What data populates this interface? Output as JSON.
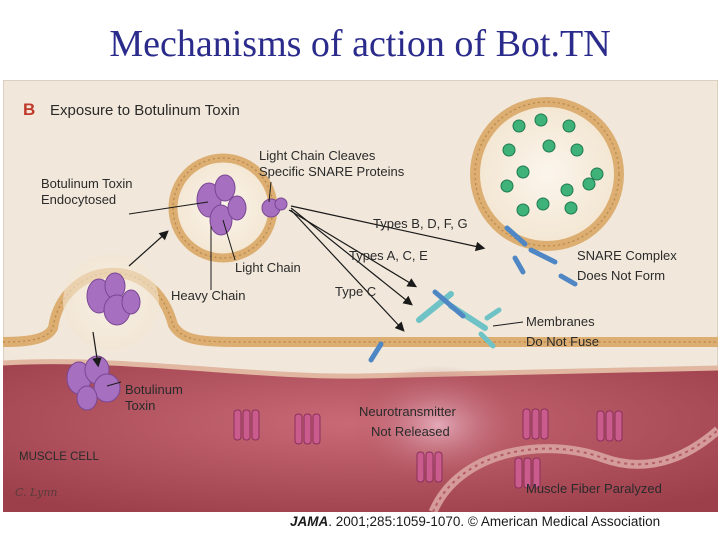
{
  "title": "Mechanisms of action of Bot.TN",
  "figure": {
    "panel_letter": "B",
    "heading": "Exposure to Botulinum Toxin",
    "labels": {
      "endocytosed_1": "Botulinum Toxin",
      "endocytosed_2": "Endocytosed",
      "light_chain_cleaves_1": "Light Chain Cleaves",
      "light_chain_cleaves_2": "Specific SNARE Proteins",
      "types_bdf": "Types B, D, F, G",
      "types_ace": "Types A, C, E",
      "type_c": "Type C",
      "light_chain": "Light Chain",
      "heavy_chain": "Heavy Chain",
      "snare_1": "SNARE Complex",
      "snare_2": "Does Not Form",
      "membranes_1": "Membranes",
      "membranes_2": "Do Not Fuse",
      "toxin_1": "Botulinum",
      "toxin_2": "Toxin",
      "neuro_1": "Neurotransmitter",
      "neuro_2": "Not Released",
      "muscle_cell": "MUSCLE CELL",
      "paralyzed": "Muscle Fiber Paralyzed",
      "signature": "C. Lynn"
    }
  },
  "citation": {
    "journal": "JAMA",
    "rest": ". 2001;285:1059-1070. © American Medical Association"
  },
  "colors": {
    "title": "#2b2b8c",
    "background": "#f1e8db",
    "muscle": "#b1515d",
    "membrane": "#dcae72",
    "toxin": "#a66fbf",
    "vesicle_contents": "#3fb27a",
    "snare": "#4f86c4"
  }
}
